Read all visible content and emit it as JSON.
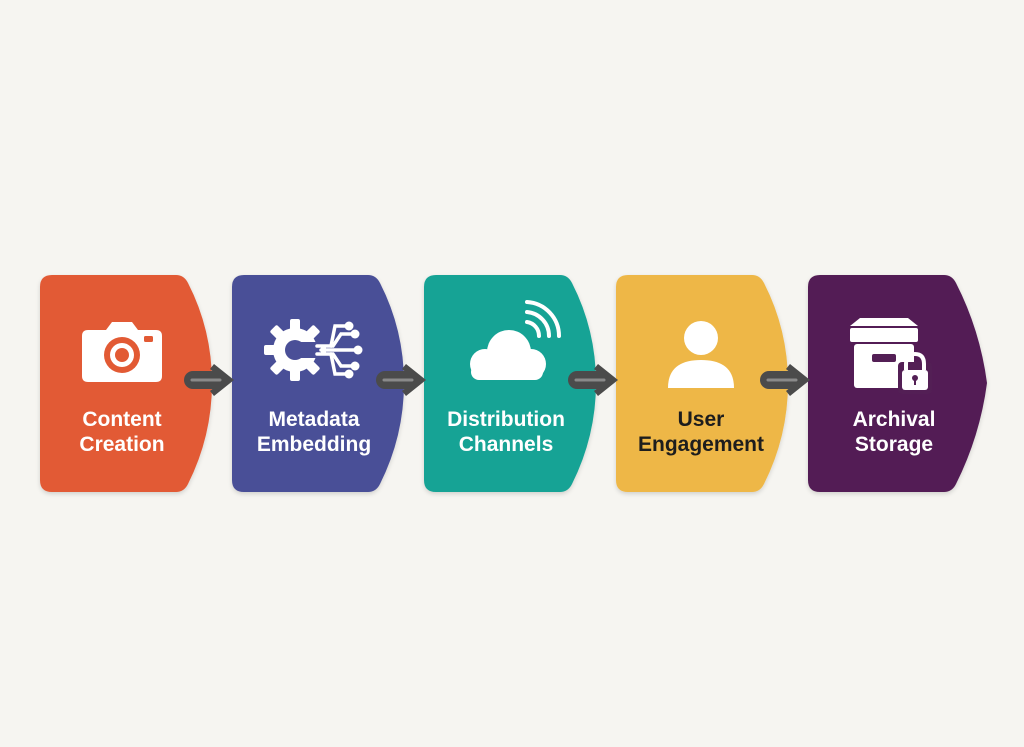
{
  "diagram": {
    "steps": [
      {
        "id": "content-creation",
        "lines": [
          "Content",
          "Creation"
        ],
        "color": "#e25a34",
        "icon": "camera-icon",
        "text_color": "light"
      },
      {
        "id": "metadata-embedding",
        "lines": [
          "Metadata",
          "Embedding"
        ],
        "color": "#4a4f97",
        "icon": "gear-network-icon",
        "text_color": "light"
      },
      {
        "id": "distribution-channels",
        "lines": [
          "Distribution",
          "Channels"
        ],
        "color": "#15a395",
        "icon": "cloud-signal-icon",
        "text_color": "light"
      },
      {
        "id": "user-engagement",
        "lines": [
          "User",
          "Engagement"
        ],
        "color": "#eeb747",
        "icon": "user-icon",
        "text_color": "dark"
      },
      {
        "id": "archival-storage",
        "lines": [
          "Archival",
          "Storage"
        ],
        "color": "#531f55",
        "icon": "archive-lock-icon",
        "text_color": "light"
      }
    ],
    "connector": {
      "icon": "arrow-right-icon",
      "color": "#4b4b4b"
    },
    "background": "#f6f5f1"
  }
}
